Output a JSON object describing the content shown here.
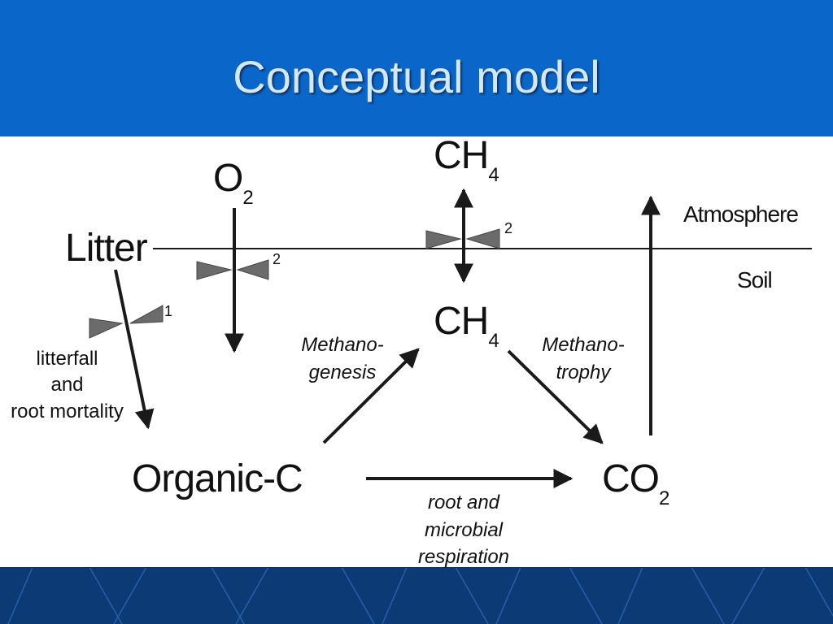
{
  "title": "Conceptual model",
  "nodes": {
    "o2": {
      "main": "O",
      "sub": "2"
    },
    "ch4_atm": {
      "main": "CH",
      "sub": "4"
    },
    "ch4_soil": {
      "main": "CH",
      "sub": "4"
    },
    "co2": {
      "main": "CO",
      "sub": "2"
    },
    "litter": "Litter",
    "organic_c": "Organic-C"
  },
  "layers": {
    "atmosphere": "Atmosphere",
    "soil": "Soil"
  },
  "processes": {
    "litterfall": [
      "litterfall",
      "and",
      "root mortality"
    ],
    "methanogenesis": [
      "Methano-",
      "genesis"
    ],
    "methanotrophy": [
      "Methano-",
      "trophy"
    ],
    "respiration": [
      "root and",
      "microbial",
      "respiration"
    ]
  },
  "valves": {
    "litterfall": "1",
    "o2": "2",
    "ch4": "2"
  },
  "colors": {
    "header": "#0a66c8",
    "title": "#cfe9f7",
    "footer": "#0d3f7d",
    "arrow": "#1a1a1a",
    "valve": "#6b6b6b"
  }
}
